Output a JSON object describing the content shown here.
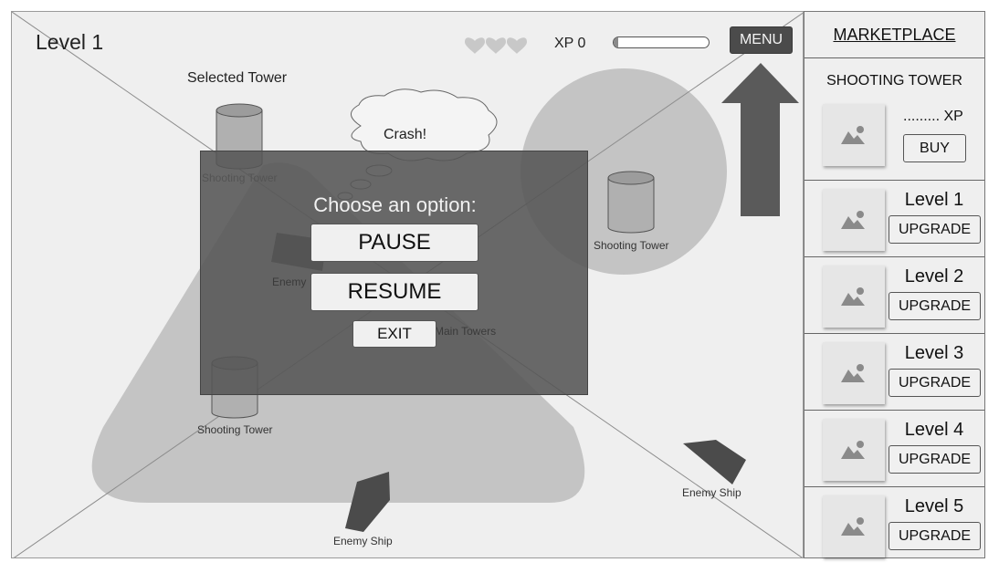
{
  "hud": {
    "level": "Level 1",
    "xp": "XP 0",
    "xp_progress": 0.05,
    "lives": 3,
    "menu": "MENU"
  },
  "field": {
    "selected_tower": "Selected Tower",
    "speech": "Crash!",
    "tower_label": "Shooting Tower",
    "enemy_label": "Enemy Ship",
    "enemy_partial": "Enemy",
    "main_towers": "Main Towers"
  },
  "dialog": {
    "title": "Choose an option:",
    "pause": "PAUSE",
    "resume": "RESUME",
    "exit": "EXIT"
  },
  "marketplace": {
    "title": "MARKETPLACE",
    "shooting_tower": {
      "name": "SHOOTING TOWER",
      "price": "......... XP",
      "buy": "BUY"
    },
    "upgrades": [
      {
        "level": "Level 1",
        "button": "UPGRADE"
      },
      {
        "level": "Level 2",
        "button": "UPGRADE"
      },
      {
        "level": "Level 3",
        "button": "UPGRADE"
      },
      {
        "level": "Level 4",
        "button": "UPGRADE"
      },
      {
        "level": "Level 5",
        "button": "UPGRADE"
      }
    ]
  },
  "colors": {
    "background": "#efefef",
    "shape": "#c4c4c4",
    "dark": "#4b4b4b",
    "overlay": "#555555"
  }
}
